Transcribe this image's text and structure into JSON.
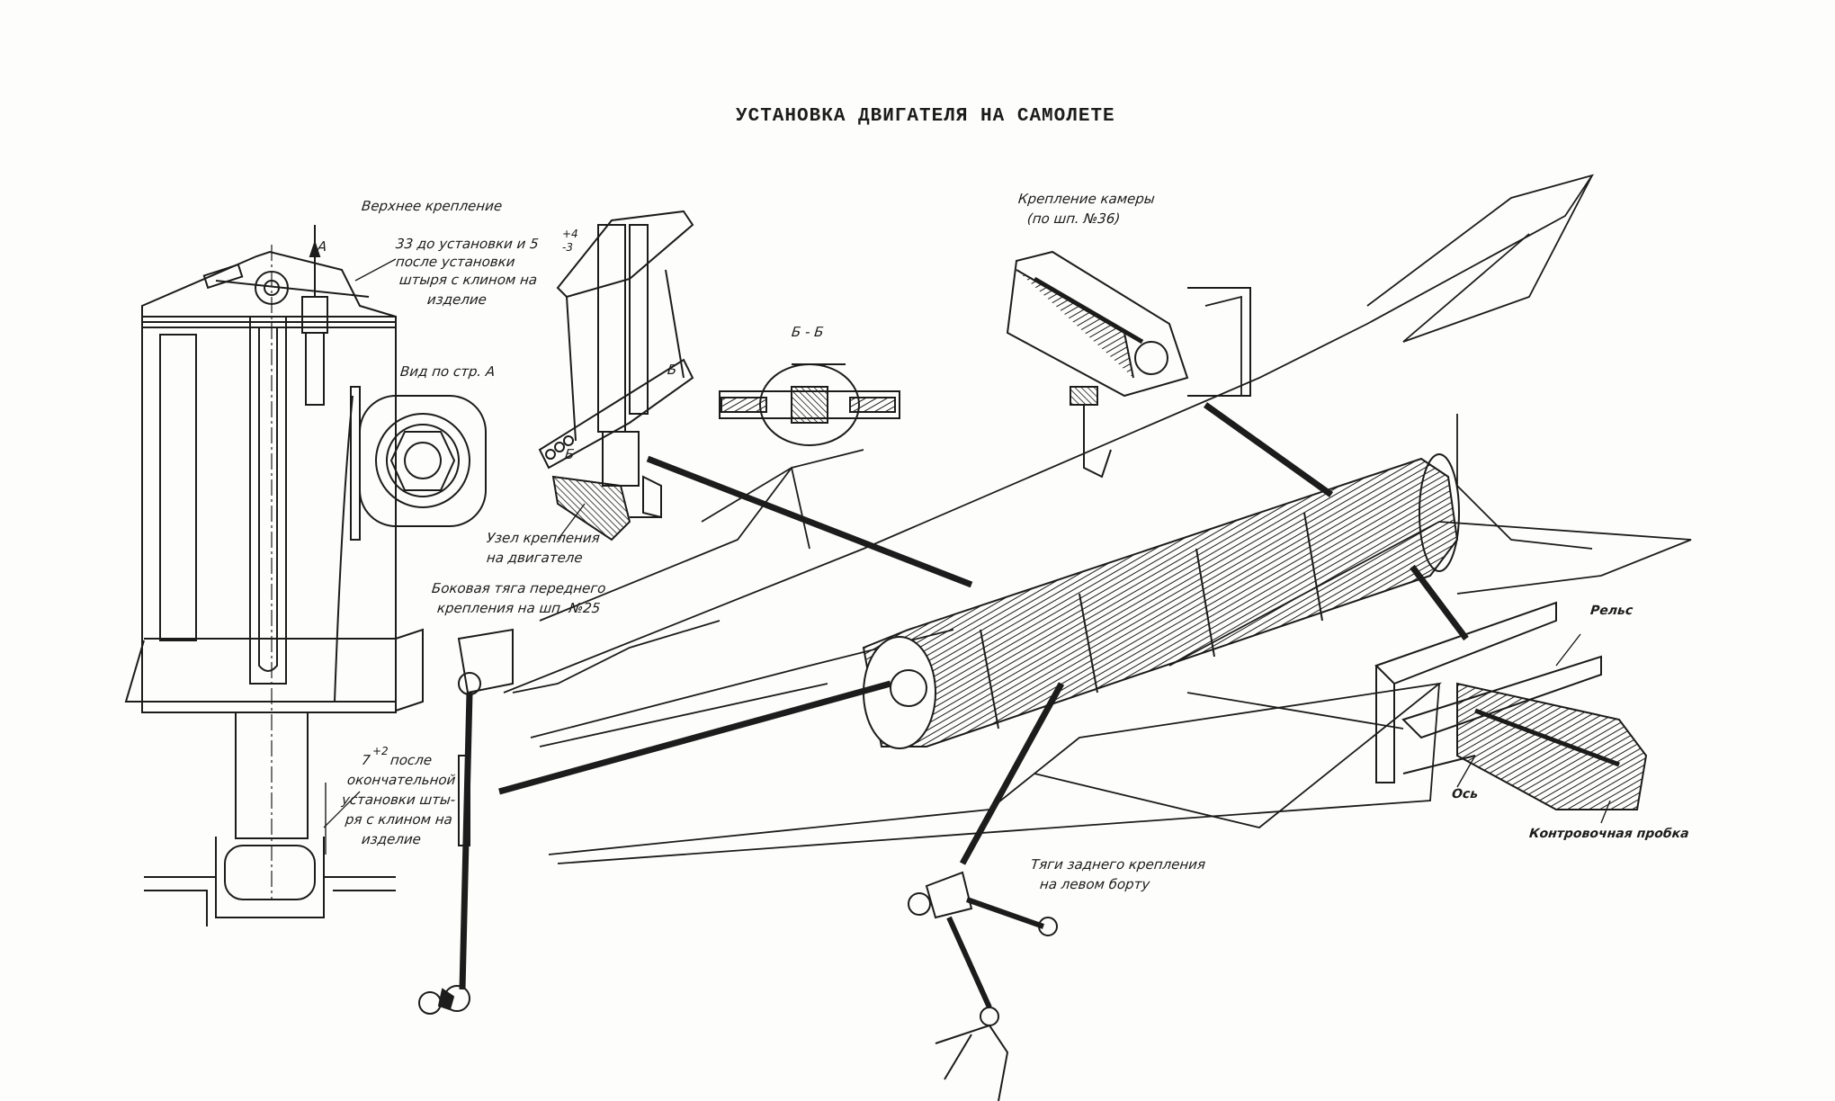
{
  "title": "УСТАНОВКА ДВИГАТЕЛЯ НА САМОЛЕТЕ",
  "labels": {
    "upper_mount": "Верхнее крепление",
    "gap_note": {
      "line1_prefix": "33 до установки и 5",
      "tol_plus": "+4",
      "tol_minus": "-3",
      "line2": "после установки",
      "line3": "штыря с клином на",
      "line4": "изделие"
    },
    "view_a": "Вид по стр. А",
    "marker_a": "А",
    "section_bb": "Б - Б",
    "marker_b_upper": "Б",
    "marker_b_lower": "Б",
    "engine_node": {
      "line1": "Узел крепления",
      "line2": "на двигателе"
    },
    "side_rod": {
      "line1": "Боковая тяга переднего",
      "line2": "крепления на шп. №25"
    },
    "chamber_mount": {
      "line1": "Крепление камеры",
      "line2": "(по шп. №36)"
    },
    "final_note": {
      "value": "7",
      "tol": "+2",
      "line1_suffix": "после",
      "line2": "окончательной",
      "line3": "установки шты-",
      "line4": "ря с клином на",
      "line5": "изделие"
    },
    "rear_rods": {
      "line1": "Тяги заднего крепления",
      "line2": "на левом борту"
    },
    "rail": "Рельс",
    "axis": "Ось",
    "lock_plug": "Контровочная пробка"
  },
  "colors": {
    "ink": "#1c1c1c",
    "paper": "#fdfdfb"
  }
}
